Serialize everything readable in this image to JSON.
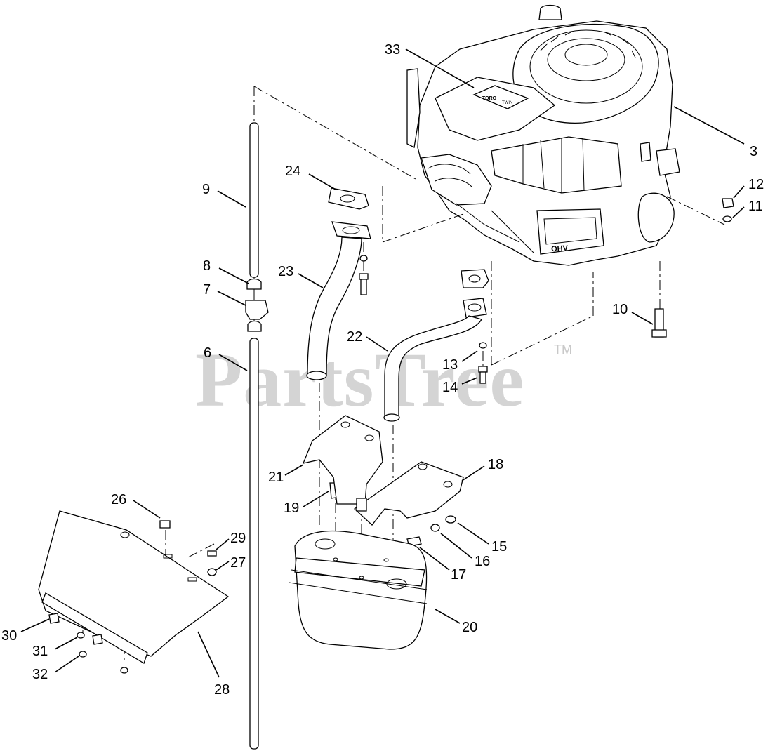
{
  "watermark": {
    "text": "PartsTree",
    "tm": "TM"
  },
  "callouts": [
    {
      "id": "33",
      "label": "33"
    },
    {
      "id": "3",
      "label": "3"
    },
    {
      "id": "24",
      "label": "24"
    },
    {
      "id": "9",
      "label": "9"
    },
    {
      "id": "12",
      "label": "12"
    },
    {
      "id": "11",
      "label": "11"
    },
    {
      "id": "8",
      "label": "8"
    },
    {
      "id": "23",
      "label": "23"
    },
    {
      "id": "7",
      "label": "7"
    },
    {
      "id": "10",
      "label": "10"
    },
    {
      "id": "22",
      "label": "22"
    },
    {
      "id": "6",
      "label": "6"
    },
    {
      "id": "13",
      "label": "13"
    },
    {
      "id": "14",
      "label": "14"
    },
    {
      "id": "18",
      "label": "18"
    },
    {
      "id": "21",
      "label": "21"
    },
    {
      "id": "19",
      "label": "19"
    },
    {
      "id": "26",
      "label": "26"
    },
    {
      "id": "29",
      "label": "29"
    },
    {
      "id": "27",
      "label": "27"
    },
    {
      "id": "15",
      "label": "15"
    },
    {
      "id": "16",
      "label": "16"
    },
    {
      "id": "17",
      "label": "17"
    },
    {
      "id": "20",
      "label": "20"
    },
    {
      "id": "30",
      "label": "30"
    },
    {
      "id": "31",
      "label": "31"
    },
    {
      "id": "32",
      "label": "32"
    },
    {
      "id": "28",
      "label": "28"
    }
  ],
  "engine": {
    "badge_brand": "TORO",
    "badge_model": "TWIN",
    "shroud_mark": "OHV"
  }
}
